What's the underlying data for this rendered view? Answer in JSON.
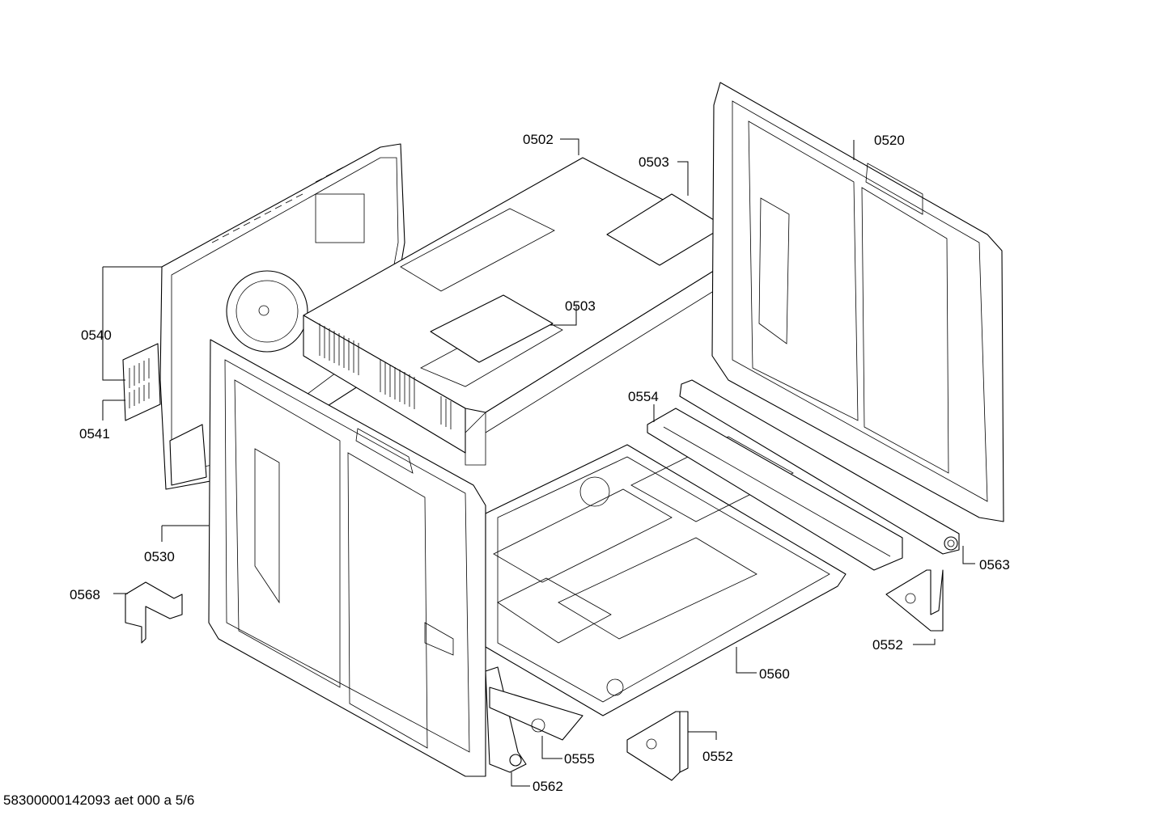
{
  "drawing": {
    "callouts": {
      "c0502": "0502",
      "c0503a": "0503",
      "c0503b": "0503",
      "c0520": "0520",
      "c0540": "0540",
      "c0541": "0541",
      "c0554": "0554",
      "c0563": "0563",
      "c0530": "0530",
      "c0568": "0568",
      "c0552a": "0552",
      "c0560": "0560",
      "c0552b": "0552",
      "c0555": "0555",
      "c0562": "0562"
    },
    "footer": "58300000142093 aet 000 a 5/6"
  }
}
